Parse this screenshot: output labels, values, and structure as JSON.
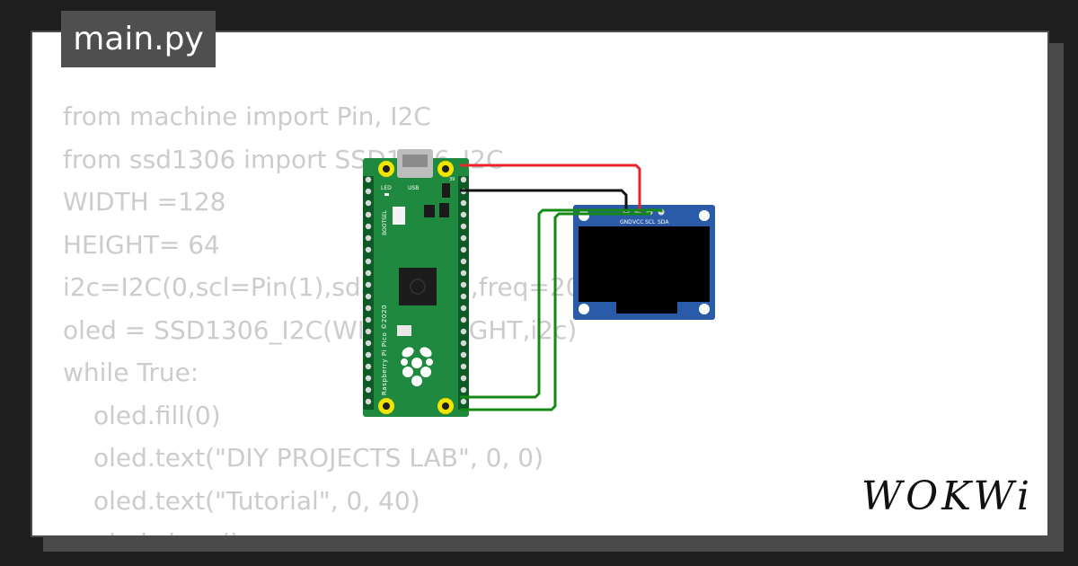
{
  "tab": {
    "filename": "main.py"
  },
  "code": {
    "lines": [
      {
        "text": "from machine import Pin, I2C",
        "indent": false
      },
      {
        "text": "from ssd1306 import SSD1306_I2C",
        "indent": false
      },
      {
        "text": "WIDTH =128",
        "indent": false
      },
      {
        "text": "HEIGHT= 64",
        "indent": false
      },
      {
        "text": "i2c=I2C(0,scl=Pin(1),sda=Pin(0),freq=200000)",
        "indent": false
      },
      {
        "text": "oled = SSD1306_I2C(WIDTH,HEIGHT,i2c)",
        "indent": false
      },
      {
        "text": "while True:",
        "indent": false
      },
      {
        "text": "oled.fill(0)",
        "indent": true
      },
      {
        "text": "oled.text(\"DIY PROJECTS LAB\", 0, 0)",
        "indent": true
      },
      {
        "text": "oled.text(\"Tutorial\", 0, 40)",
        "indent": true
      },
      {
        "text": "oled.show()",
        "indent": true
      }
    ]
  },
  "pico": {
    "labels": {
      "led": "LED",
      "usb": "USB",
      "pin_number": "39",
      "bootsel": "BOOTSEL",
      "brand": "Raspberry Pi Pico ©2020"
    }
  },
  "oled": {
    "pins": [
      "GND",
      "VCC",
      "SCL",
      "SDA"
    ]
  },
  "wires": {
    "vcc_color": "#e8242b",
    "gnd_color": "#111111",
    "signal_color": "#148a14"
  },
  "brand": {
    "name": "WOKWi"
  }
}
